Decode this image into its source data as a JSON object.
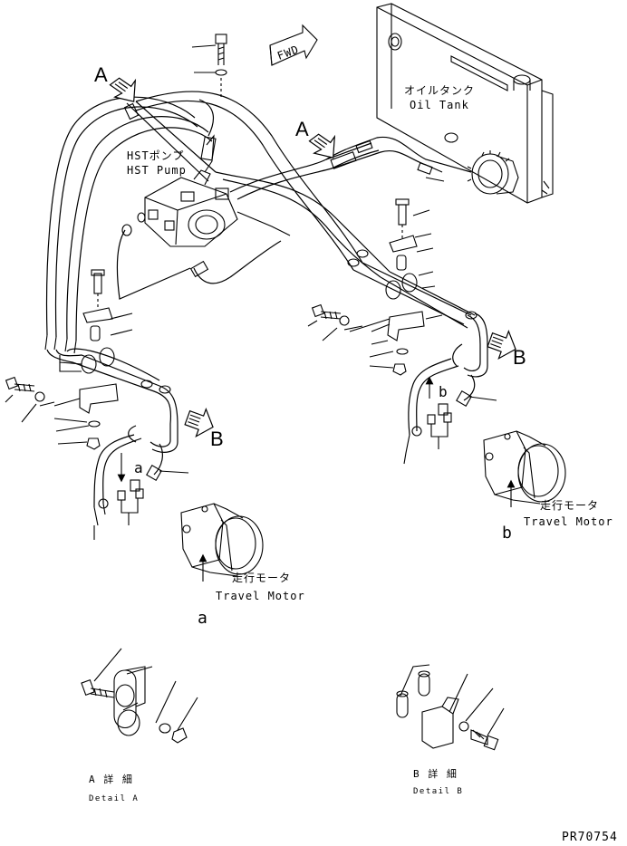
{
  "labels": {
    "fwd": "FWD",
    "oil_tank_jp": "オイルタンク",
    "oil_tank_en": "Oil Tank",
    "hst_pump_jp": "HSTポンプ",
    "hst_pump_en": "HST Pump",
    "travel_motor_jp": "走行モータ",
    "travel_motor_en": "Travel Motor",
    "view_a": "A",
    "view_b": "B",
    "ref_a": "a",
    "ref_b": "b",
    "detail_a_jp": "A 詳 細",
    "detail_a_en": "Detail A",
    "detail_b_jp": "B 詳 細",
    "detail_b_en": "Detail B",
    "drawing_code": "PR70754"
  }
}
